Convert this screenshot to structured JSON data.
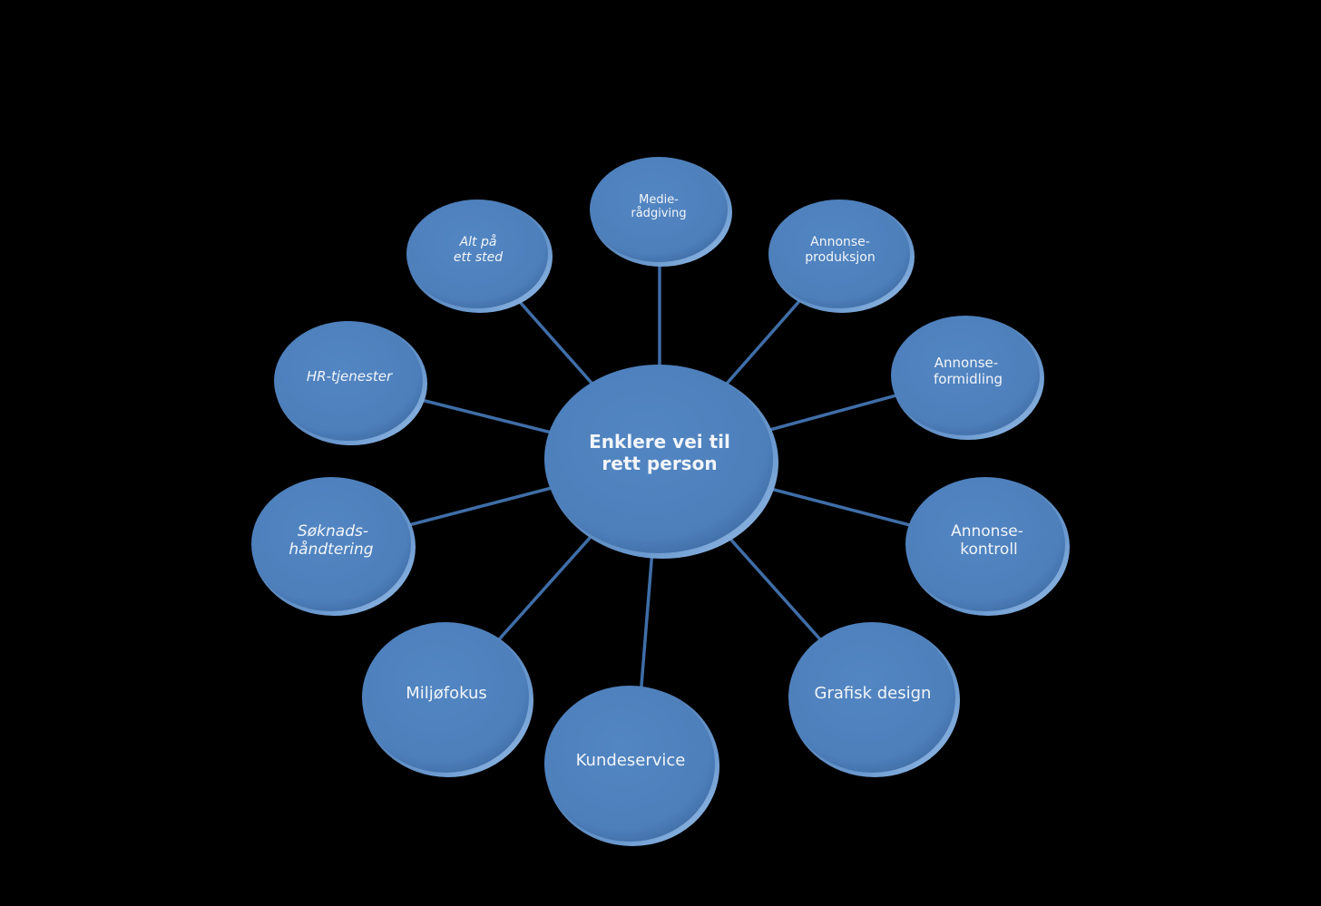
{
  "center": {
    "lines": [
      "Enklere vei til",
      "rett person"
    ]
  },
  "nodes": [
    {
      "lines": [
        "Medie-",
        "rådgiving"
      ]
    },
    {
      "lines": [
        "Annonse-",
        "produksjon"
      ]
    },
    {
      "lines": [
        "Annonse-",
        "formidling"
      ]
    },
    {
      "lines": [
        "Annonse-",
        "kontroll"
      ]
    },
    {
      "lines": [
        "Grafisk design"
      ]
    },
    {
      "lines": [
        "Kundeservice"
      ]
    },
    {
      "lines": [
        "Miljøfokus"
      ]
    },
    {
      "lines": [
        "Søknads-",
        "håndtering"
      ]
    },
    {
      "lines": [
        "HR-tjenester"
      ]
    },
    {
      "lines": [
        "Alt på",
        "ett sted"
      ]
    }
  ],
  "colors": {
    "background": "#000000",
    "node": "#4f81bd",
    "link": "#3f6ea8",
    "text": "#f2f5fa"
  }
}
